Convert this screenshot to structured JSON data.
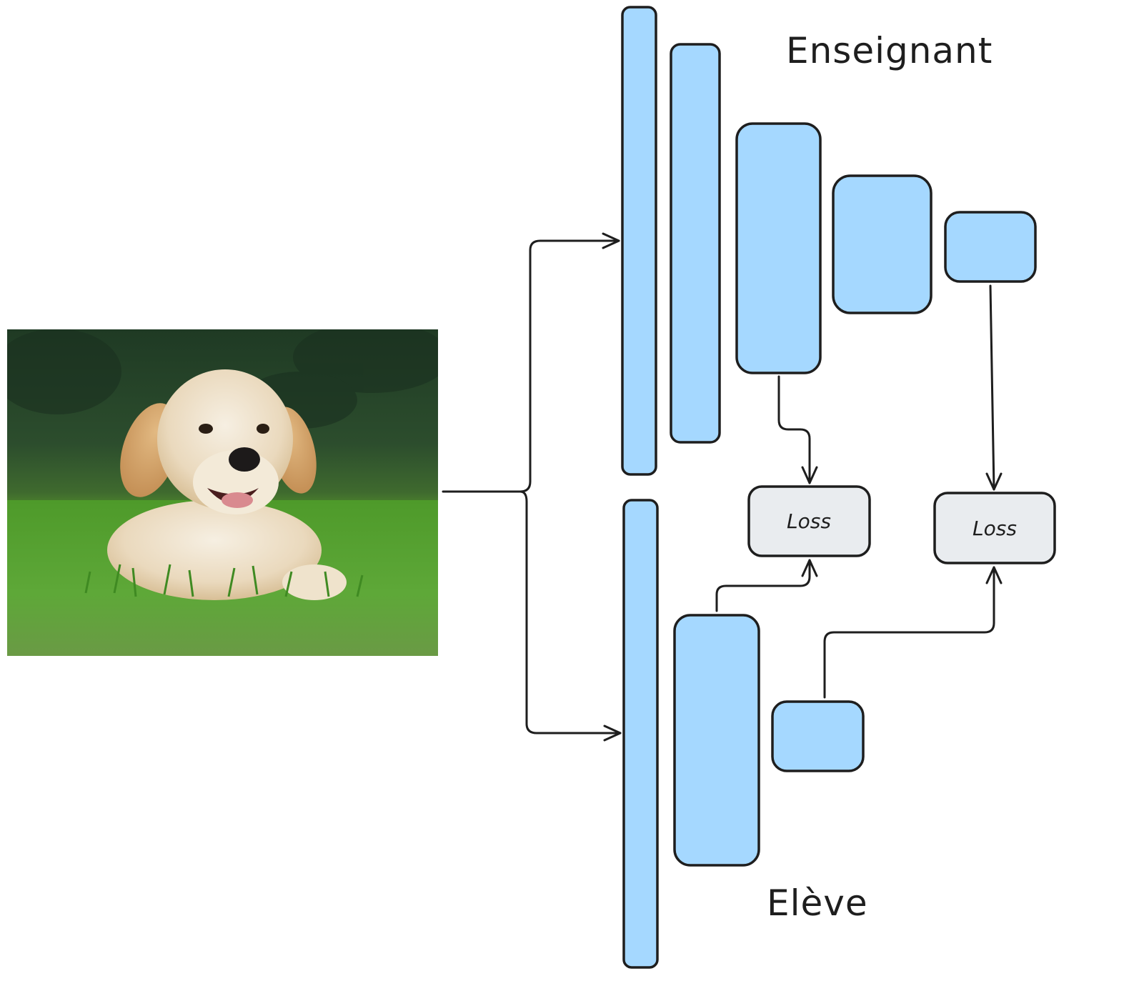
{
  "labels": {
    "teacher": "Enseignant",
    "student": "Elève",
    "loss_left": "Loss",
    "loss_right": "Loss"
  },
  "colors": {
    "layer_fill": "#a5d8ff",
    "loss_fill": "#e9ecef",
    "stroke": "#1e1e1e"
  },
  "image": {
    "subject": "golden retriever puppy lying in grass"
  }
}
